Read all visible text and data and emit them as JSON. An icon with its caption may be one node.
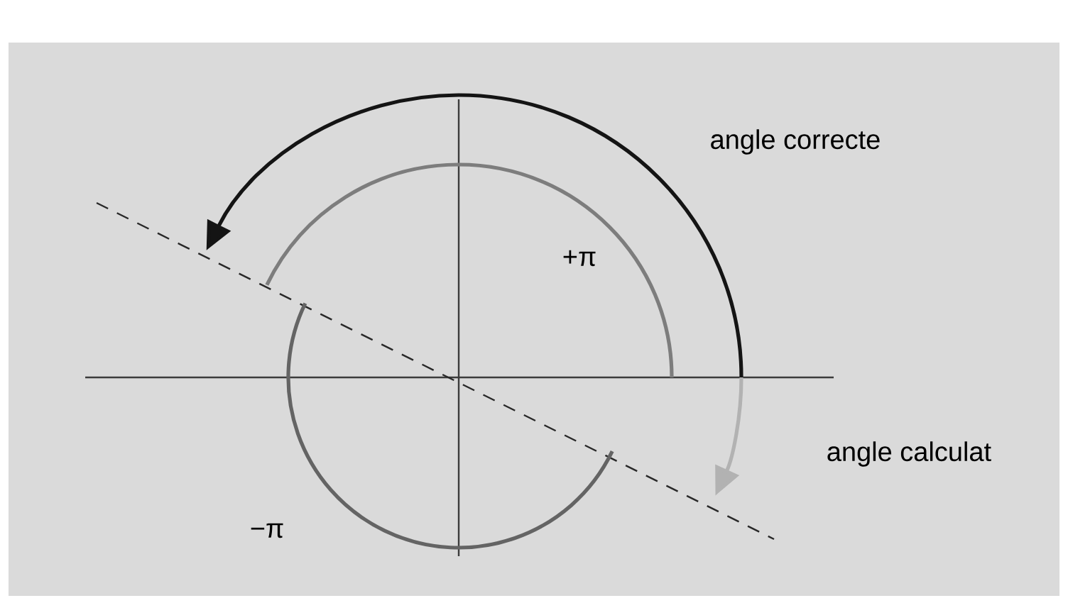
{
  "diagram": {
    "labels": [
      "angle correcte",
      "+π",
      "angle calculat",
      "−π"
    ]
  }
}
